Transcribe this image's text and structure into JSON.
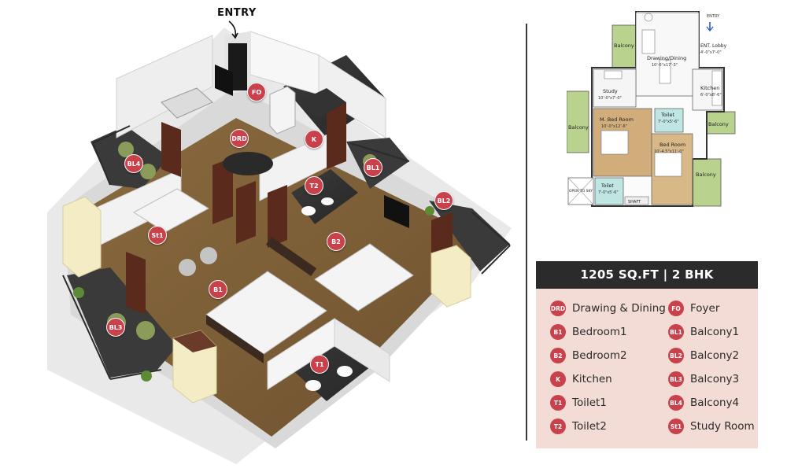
{
  "entry_label": "ENTRY",
  "legend": {
    "title": "1205 SQ.FT | 2 BHK",
    "items": [
      {
        "code": "DRD",
        "label": "Drawing & Dining"
      },
      {
        "code": "FO",
        "label": "Foyer"
      },
      {
        "code": "B1",
        "label": "Bedroom1"
      },
      {
        "code": "BL1",
        "label": "Balcony1"
      },
      {
        "code": "B2",
        "label": "Bedroom2"
      },
      {
        "code": "BL2",
        "label": "Balcony2"
      },
      {
        "code": "K",
        "label": "Kitchen"
      },
      {
        "code": "BL3",
        "label": "Balcony3"
      },
      {
        "code": "T1",
        "label": "Toilet1"
      },
      {
        "code": "BL4",
        "label": "Balcony4"
      },
      {
        "code": "T2",
        "label": "Toilet2"
      },
      {
        "code": "St1",
        "label": "Study Room"
      }
    ]
  },
  "pins": {
    "fo": "FO",
    "drd": "DRD",
    "k": "K",
    "bl4": "BL4",
    "bl1": "BL1",
    "t2": "T2",
    "bl2": "BL2",
    "st1": "St1",
    "b2": "B2",
    "b1": "B1",
    "bl3": "BL3",
    "t1": "T1"
  },
  "plan": {
    "entry": "ENTRY",
    "balcony_tl": "Balcony",
    "drawing_dining": "Drawing/Dining",
    "drawing_dining_dim": "10'-6\"x17'-3\"",
    "ent_lobby": "ENT. Lobby",
    "ent_lobby_dim": "4'-0\"x7'-0\"",
    "study": "Study",
    "study_dim": "10'-0\"x7'-0\"",
    "kitchen": "Kitchen",
    "kitchen_dim": "6'-0\"x8'-6\"",
    "balcony_left": "Balcony",
    "m_bed_room": "M. Bed Room",
    "m_bed_room_dim": "10'-0\"x12'-6\"",
    "toilet_top": "Toilet",
    "toilet_top_dim": "7'-0\"x5'-6\"",
    "balcony_right": "Balcony",
    "bed_room": "Bed Room",
    "bed_room_dim": "10'-4.5\"x11'-0\"",
    "balcony_br": "Balcony",
    "open_to_sky_1": "OPEN TO SKY",
    "toilet_bottom": "Toilet",
    "toilet_bottom_dim": "7'-0\"x5'-6\"",
    "shaft": "SHAFT"
  }
}
